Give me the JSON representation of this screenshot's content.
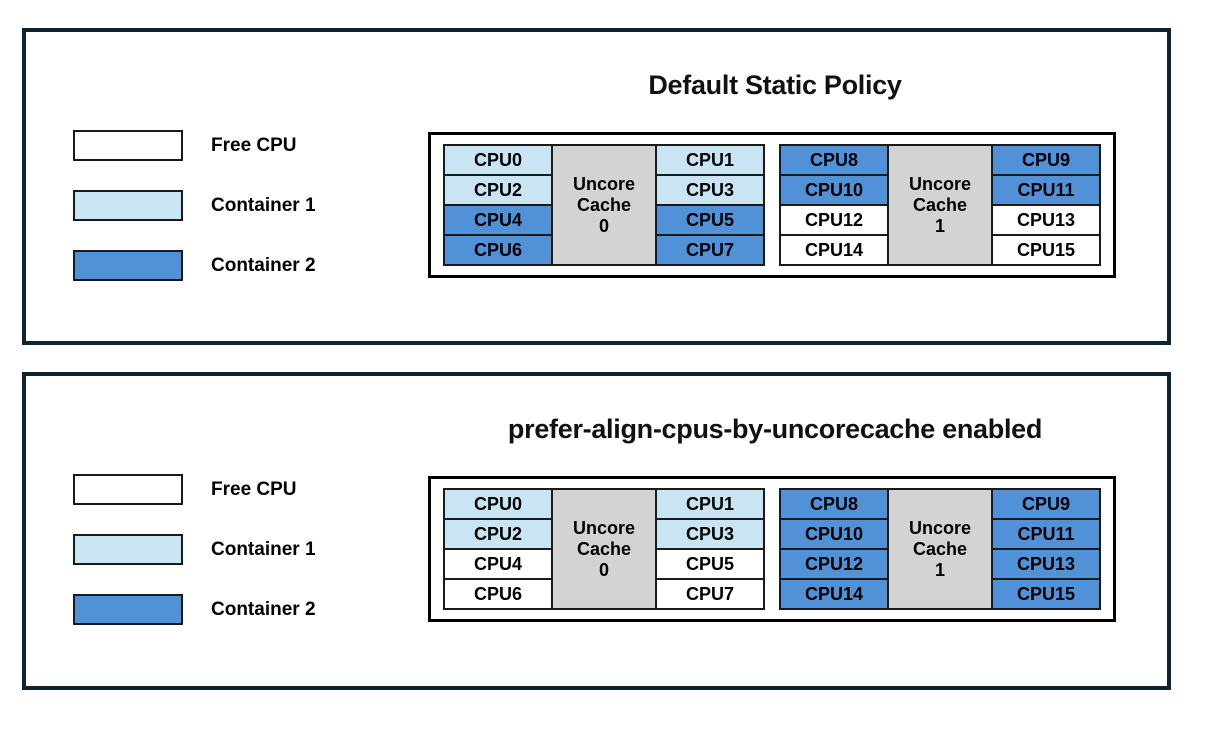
{
  "colors": {
    "free": "#ffffff",
    "container1": "#c9e5f4",
    "container2": "#5191d8",
    "cache_gray": "#d3d3d3",
    "panel_border": "#0c2433",
    "cell_border": "#1a1a1a"
  },
  "legend": {
    "items": [
      {
        "label": "Free CPU",
        "type": "free"
      },
      {
        "label": "Container 1",
        "type": "container1"
      },
      {
        "label": "Container 2",
        "type": "container2"
      }
    ]
  },
  "panels": [
    {
      "title": "Default Static Policy",
      "groups": [
        {
          "cache_lines": [
            "Uncore",
            "Cache",
            "0"
          ],
          "left_cpus": [
            {
              "label": "CPU0",
              "type": "container1"
            },
            {
              "label": "CPU2",
              "type": "container1"
            },
            {
              "label": "CPU4",
              "type": "container2"
            },
            {
              "label": "CPU6",
              "type": "container2"
            }
          ],
          "right_cpus": [
            {
              "label": "CPU1",
              "type": "container1"
            },
            {
              "label": "CPU3",
              "type": "container1"
            },
            {
              "label": "CPU5",
              "type": "container2"
            },
            {
              "label": "CPU7",
              "type": "container2"
            }
          ]
        },
        {
          "cache_lines": [
            "Uncore",
            "Cache",
            "1"
          ],
          "left_cpus": [
            {
              "label": "CPU8",
              "type": "container2"
            },
            {
              "label": "CPU10",
              "type": "container2"
            },
            {
              "label": "CPU12",
              "type": "free"
            },
            {
              "label": "CPU14",
              "type": "free"
            }
          ],
          "right_cpus": [
            {
              "label": "CPU9",
              "type": "container2"
            },
            {
              "label": "CPU11",
              "type": "container2"
            },
            {
              "label": "CPU13",
              "type": "free"
            },
            {
              "label": "CPU15",
              "type": "free"
            }
          ]
        }
      ]
    },
    {
      "title": "prefer-align-cpus-by-uncorecache enabled",
      "groups": [
        {
          "cache_lines": [
            "Uncore",
            "Cache",
            "0"
          ],
          "left_cpus": [
            {
              "label": "CPU0",
              "type": "container1"
            },
            {
              "label": "CPU2",
              "type": "container1"
            },
            {
              "label": "CPU4",
              "type": "free"
            },
            {
              "label": "CPU6",
              "type": "free"
            }
          ],
          "right_cpus": [
            {
              "label": "CPU1",
              "type": "container1"
            },
            {
              "label": "CPU3",
              "type": "container1"
            },
            {
              "label": "CPU5",
              "type": "free"
            },
            {
              "label": "CPU7",
              "type": "free"
            }
          ]
        },
        {
          "cache_lines": [
            "Uncore",
            "Cache",
            "1"
          ],
          "left_cpus": [
            {
              "label": "CPU8",
              "type": "container2"
            },
            {
              "label": "CPU10",
              "type": "container2"
            },
            {
              "label": "CPU12",
              "type": "container2"
            },
            {
              "label": "CPU14",
              "type": "container2"
            }
          ],
          "right_cpus": [
            {
              "label": "CPU9",
              "type": "container2"
            },
            {
              "label": "CPU11",
              "type": "container2"
            },
            {
              "label": "CPU13",
              "type": "container2"
            },
            {
              "label": "CPU15",
              "type": "container2"
            }
          ]
        }
      ]
    }
  ]
}
